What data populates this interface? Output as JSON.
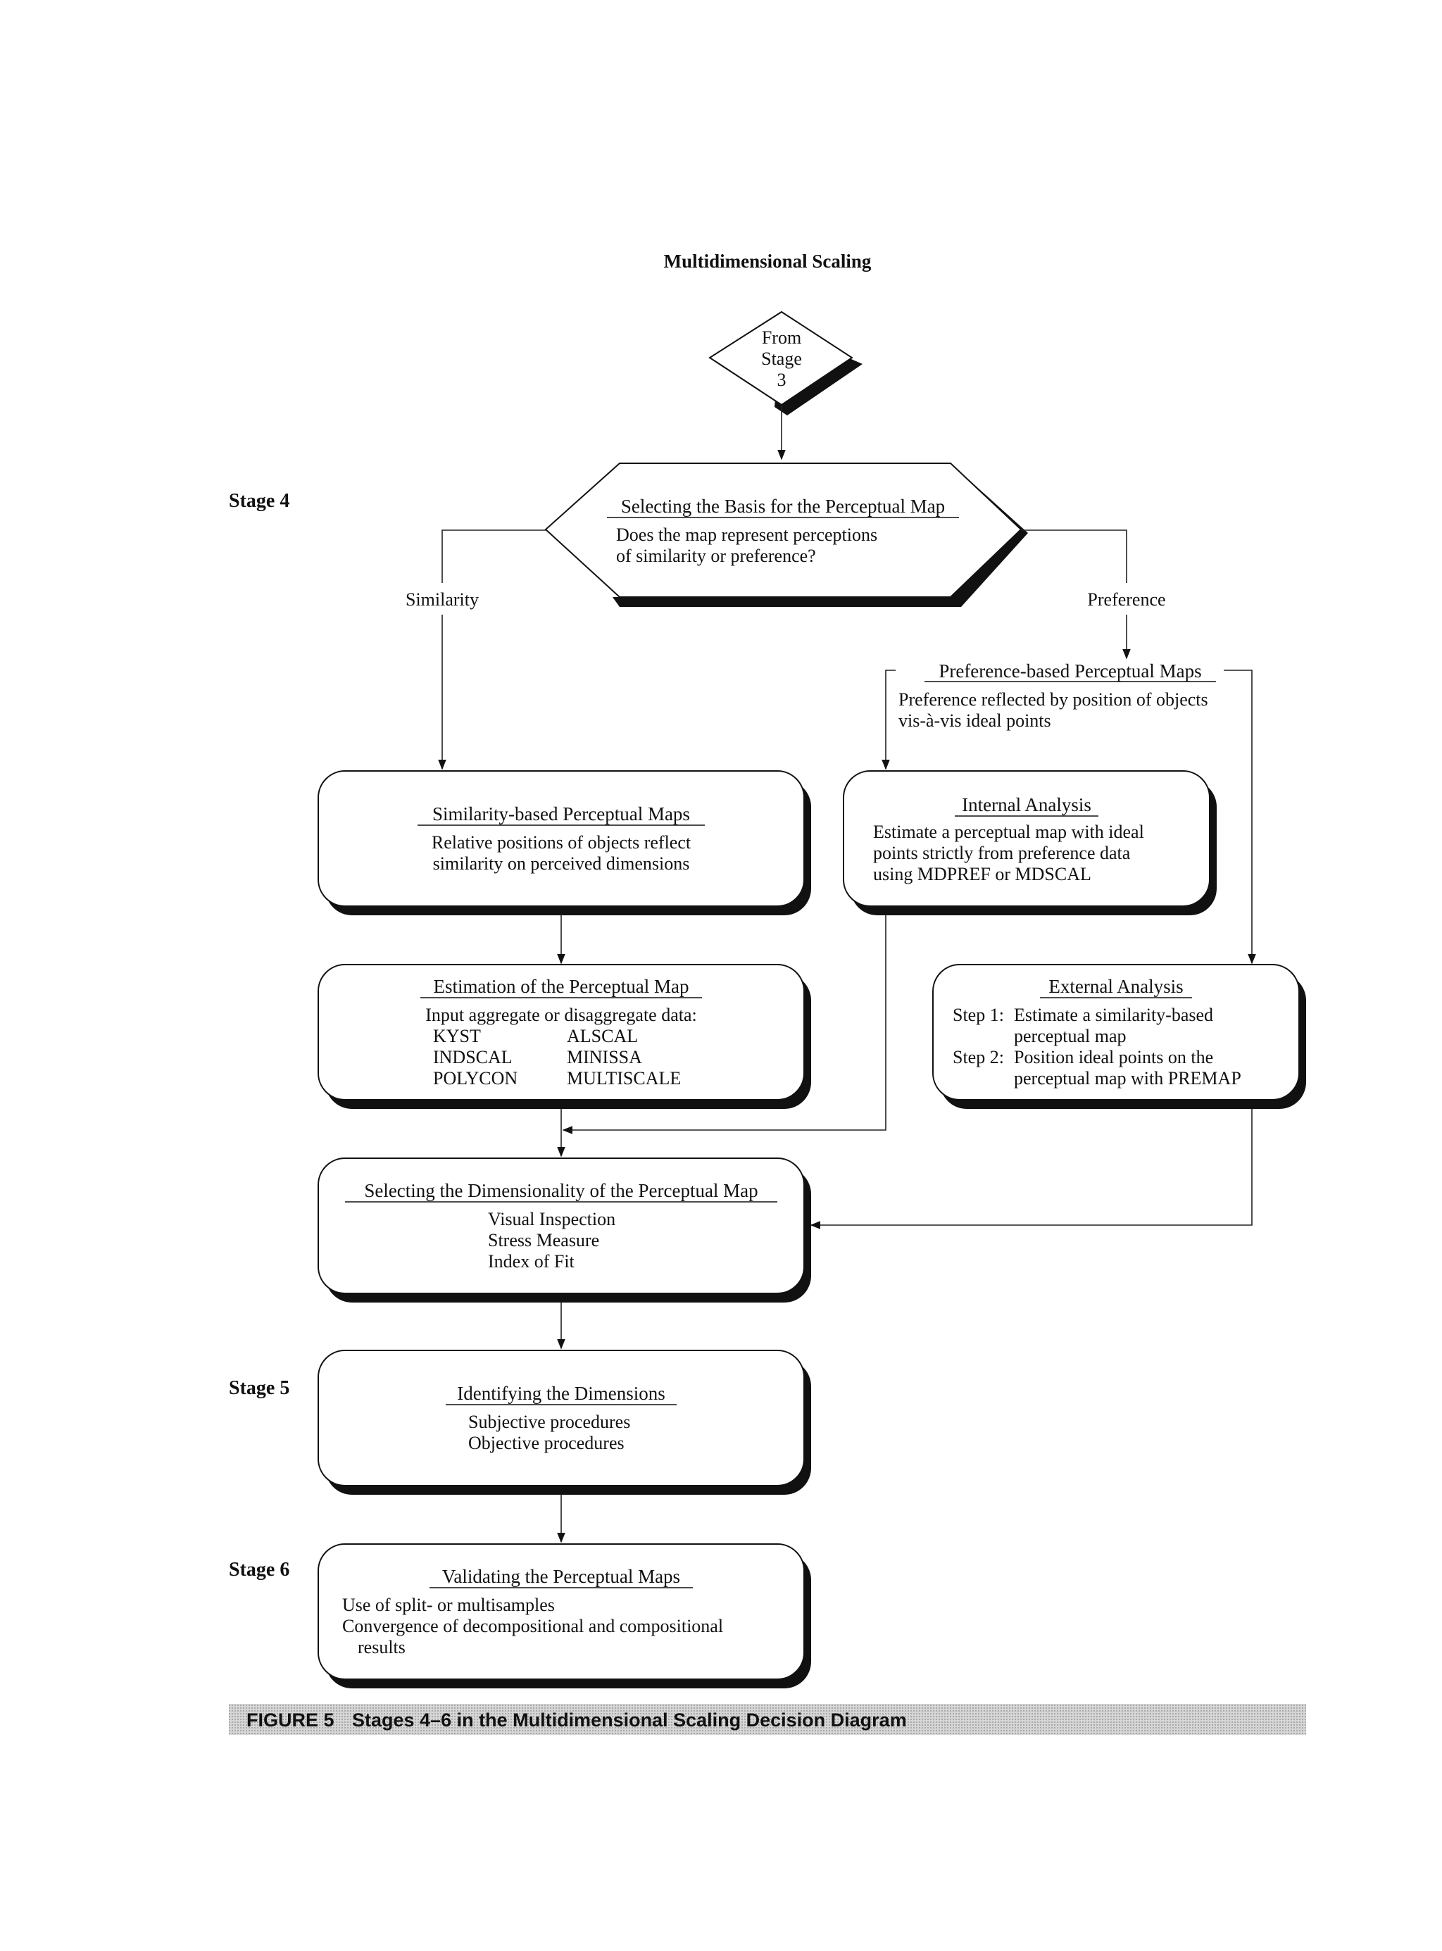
{
  "title": "Multidimensional Scaling",
  "stages": {
    "stage4": "Stage 4",
    "stage5": "Stage 5",
    "stage6": "Stage 6"
  },
  "from_stage": [
    "From",
    "Stage",
    "3"
  ],
  "decision": {
    "title": "Selecting the Basis for the Perceptual Map",
    "lines": [
      "Does the map represent perceptions",
      "of similarity or preference?"
    ]
  },
  "branches": {
    "left": "Similarity",
    "right": "Preference"
  },
  "preference_maps": {
    "title": "Preference-based Perceptual Maps",
    "lines": [
      "Preference reflected by position of objects",
      "vis-à-vis ideal points"
    ]
  },
  "similarity_maps": {
    "title": "Similarity-based Perceptual Maps",
    "lines": [
      "Relative positions of objects reflect",
      "similarity on perceived dimensions"
    ]
  },
  "internal_analysis": {
    "title": "Internal Analysis",
    "lines": [
      "Estimate a perceptual map with ideal",
      "points strictly from preference data",
      "using MDPREF or MDSCAL"
    ]
  },
  "estimation": {
    "title": "Estimation of the Perceptual Map",
    "intro": "Input aggregate or disaggregate data:",
    "programs_left": [
      "KYST",
      "INDSCAL",
      "POLYCON"
    ],
    "programs_right": [
      "ALSCAL",
      "MINISSA",
      "MULTISCALE"
    ]
  },
  "external_analysis": {
    "title": "External Analysis",
    "step1_label": "Step 1:",
    "step1_lines": [
      "Estimate a similarity-based",
      "perceptual map"
    ],
    "step2_label": "Step 2:",
    "step2_lines": [
      "Position ideal points on the",
      "perceptual map with PREMAP"
    ]
  },
  "dimensionality": {
    "title": "Selecting the Dimensionality of the Perceptual Map",
    "lines": [
      "Visual Inspection",
      "Stress Measure",
      "Index of Fit"
    ]
  },
  "identifying": {
    "title": "Identifying the Dimensions",
    "lines": [
      "Subjective procedures",
      "Objective procedures"
    ]
  },
  "validating": {
    "title": "Validating the Perceptual Maps",
    "lines": [
      "Use of split- or multisamples",
      "Convergence of decompositional and compositional",
      "results"
    ]
  },
  "caption": {
    "label": "FIGURE 5",
    "text": "Stages 4–6 in the Multidimensional Scaling Decision Diagram"
  }
}
